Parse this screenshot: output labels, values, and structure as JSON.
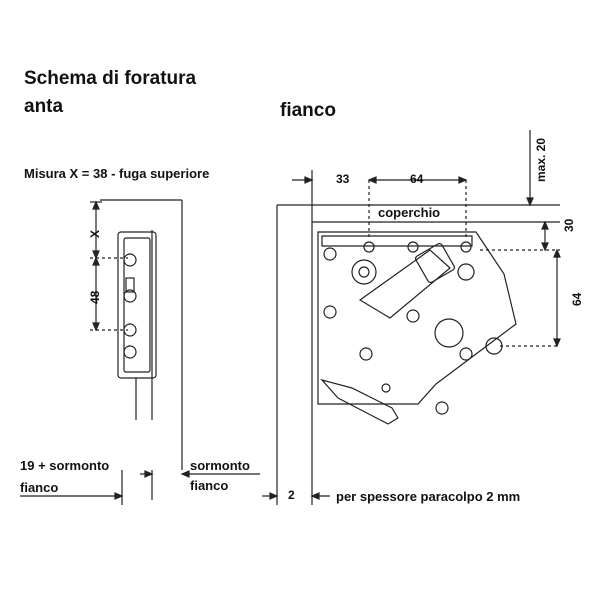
{
  "titles": {
    "left_line1": "Schema di foratura",
    "left_line2": "anta",
    "right": "fianco"
  },
  "labels": {
    "misura": "Misura X = 38 - fuga superiore",
    "coperchio": "coperchio",
    "left_dim_1": "19 + sormonto",
    "left_dim_2": "fianco",
    "right_dim_1": "sormonto",
    "right_dim_2": "fianco",
    "spessore": "per spessore paracolpo 2 mm"
  },
  "dimensions": {
    "x": "X",
    "d48": "48",
    "d33": "33",
    "d64_top": "64",
    "max20": "max. 20",
    "d30": "30",
    "d64_side": "64",
    "d2": "2"
  }
}
